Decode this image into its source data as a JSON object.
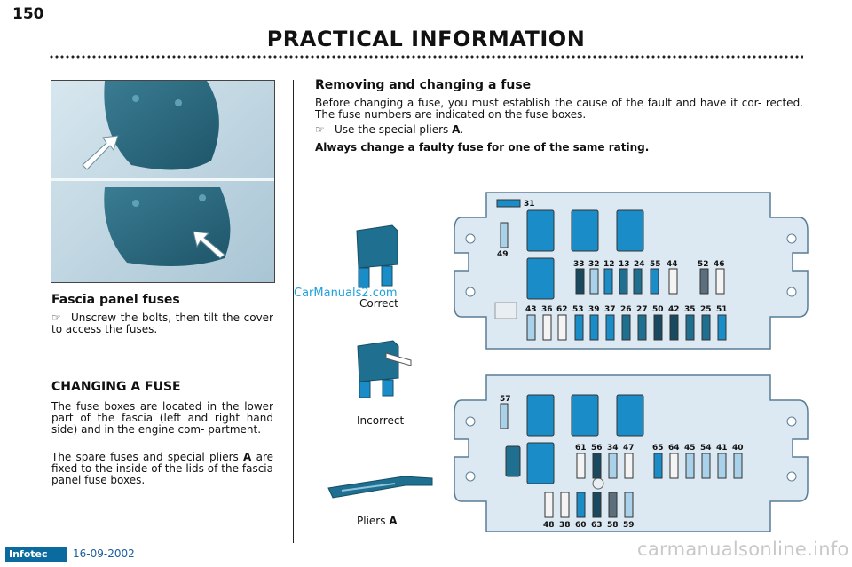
{
  "page": {
    "number": "150",
    "title": "PRACTICAL INFORMATION"
  },
  "left": {
    "fascia_heading": "Fascia panel fuses",
    "bullet_symbol": "☞",
    "fascia_step": "Unscrew the bolts, then tilt the cover to access the fuses.",
    "changing_heading": "CHANGING A FUSE",
    "changing_p1": "The fuse boxes are located in the lower part of the fascia (left and right hand side) and in the engine com- partment.",
    "changing_p2_text": "The spare fuses and special pliers ",
    "changing_p2_bold": "A",
    "changing_p2_rest": "are fixed to the inside of the lids of the fascia panel fuse boxes."
  },
  "right": {
    "heading": "Removing and changing a fuse",
    "para": "Before changing a fuse, you must establish the cause of the fault and have it cor- rected. The fuse numbers are indicated on the fuse boxes.",
    "bullet_text": "Use the special pliers ",
    "bullet_bold": "A",
    "bullet_end": ".",
    "warning": "Always change a faulty fuse for one of the same rating."
  },
  "figures": {
    "correct": "Correct",
    "incorrect": "Incorrect",
    "pliers": "Pliers ",
    "pliers_letter": "A"
  },
  "fusebox_top": {
    "labels": [
      "31",
      "49",
      "33",
      "32",
      "12",
      "13",
      "24",
      "55",
      "44",
      "52",
      "46",
      "43",
      "36",
      "62",
      "53",
      "39",
      "37",
      "26",
      "27",
      "50",
      "42",
      "35",
      "25",
      "51"
    ]
  },
  "fusebox_bottom": {
    "labels": [
      "57",
      "61",
      "56",
      "34",
      "47",
      "65",
      "64",
      "45",
      "54",
      "41",
      "40",
      "48",
      "38",
      "60",
      "63",
      "58",
      "59"
    ]
  },
  "footer": {
    "logo": "Infotec",
    "date": "16-09-2002",
    "site": "carmanualsonline.info",
    "watermark": "CarManuals2.com"
  },
  "colors": {
    "fuse_blue": "#1a8cc8",
    "box_fill": "#dce9f2",
    "box_stroke": "#5a7d96"
  }
}
